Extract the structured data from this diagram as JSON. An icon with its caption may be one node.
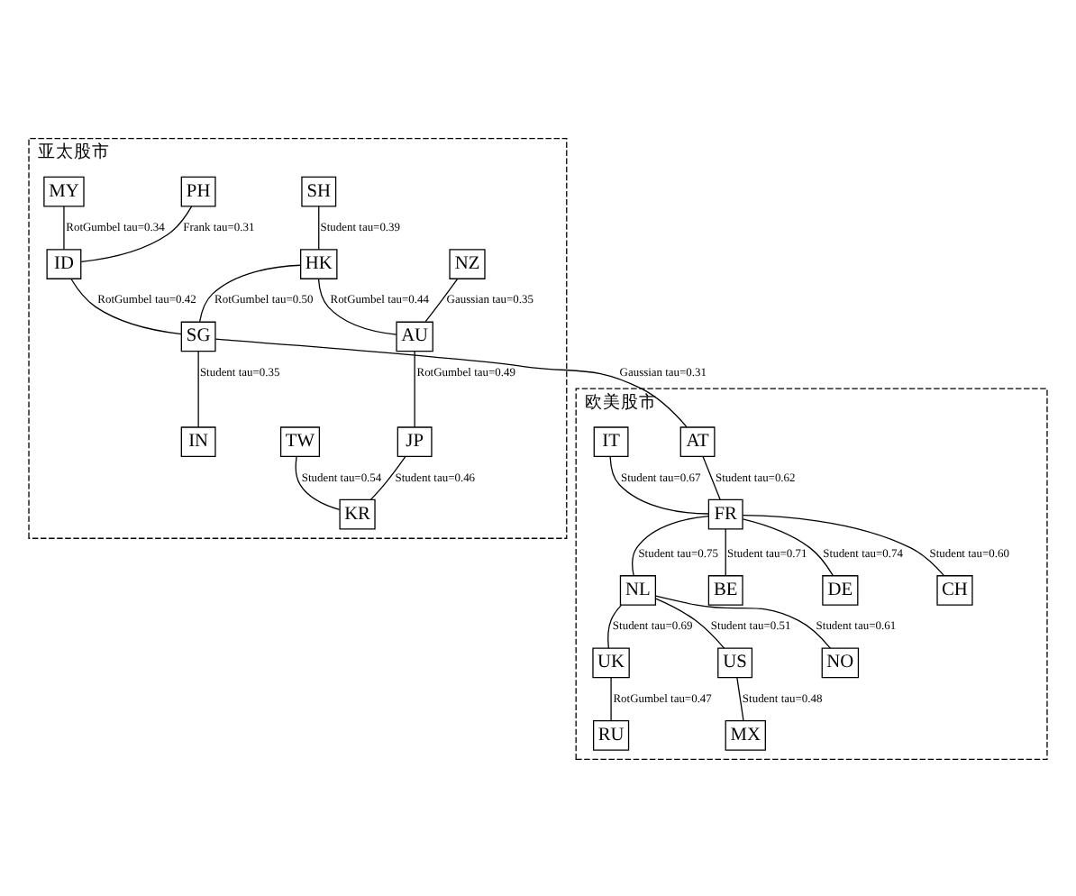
{
  "diagram": {
    "nodes": [
      {
        "text": [
          "亚太股市"
        ]
      },
      {
        "text": [
          "SH"
        ],
        "in": 0
      },
      {
        "text": [
          "NZ"
        ],
        "in": 0
      },
      {
        "text": [
          "TW"
        ],
        "in": 0
      },
      {
        "text": [
          "MY"
        ],
        "in": 0
      },
      {
        "text": [
          "HK"
        ],
        "in": 0
      },
      {
        "text": [
          "AU"
        ],
        "in": 0
      },
      {
        "text": [
          "JP"
        ],
        "in": 0
      },
      {
        "text": [
          "KR"
        ],
        "in": 0
      },
      {
        "text": [
          "PH"
        ],
        "in": 0
      },
      {
        "text": [
          "ID"
        ],
        "in": 0
      },
      {
        "text": [
          "SG"
        ],
        "in": 0
      },
      {
        "text": [
          "IN"
        ],
        "in": 0
      },
      {
        "text": [
          "欧美股市"
        ]
      },
      {
        "text": [
          "AT"
        ],
        "in": 13
      },
      {
        "text": [
          "UK"
        ],
        "in": 13
      },
      {
        "text": [
          "RU"
        ],
        "in": 13
      },
      {
        "text": [
          "IT"
        ],
        "in": 13
      },
      {
        "text": [
          "FR"
        ],
        "in": 13
      },
      {
        "text": [
          "NL"
        ],
        "in": 13
      },
      {
        "text": [
          "US"
        ],
        "in": 13
      },
      {
        "text": [
          "MX"
        ],
        "in": 13
      },
      {
        "text": [
          "BE"
        ],
        "in": 13
      },
      {
        "text": [
          "DE"
        ],
        "in": 13
      },
      {
        "text": [
          "CH"
        ],
        "in": 13
      },
      {
        "text": [
          "NO"
        ],
        "in": 13
      }
    ],
    "edges": [
      {
        "from": 1,
        "to": 5,
        "arrow": "none",
        "label": "Student tau=0.39"
      },
      {
        "from": 2,
        "to": 6,
        "arrow": "none",
        "label": "Gaussian tau=0.35"
      },
      {
        "from": 3,
        "to": 8,
        "arrow": "none",
        "label": "Student tau=0.54"
      },
      {
        "from": 5,
        "to": 6,
        "arrow": "none",
        "label": "RotGumbel tau=0.44"
      },
      {
        "from": 6,
        "to": 7,
        "arrow": "none",
        "label": "RotGumbel tau=0.49"
      },
      {
        "from": 7,
        "to": 8,
        "arrow": "none",
        "label": "Student tau=0.46"
      },
      {
        "from": 4,
        "to": 10,
        "arrow": "none",
        "label": "RotGumbel tau=0.34"
      },
      {
        "from": 5,
        "to": 11,
        "arrow": "none",
        "label": "RotGumbel tau=0.50"
      },
      {
        "from": 9,
        "to": 10,
        "arrow": "none",
        "label": "Frank tau=0.31"
      },
      {
        "from": 10,
        "to": 11,
        "arrow": "none",
        "label": "RotGumbel tau=0.42"
      },
      {
        "from": 11,
        "to": 12,
        "arrow": "none",
        "label": "Student tau=0.35"
      },
      {
        "from": 11,
        "to": 14,
        "arrow": "none",
        "label": "Gaussian tau=0.31"
      },
      {
        "from": 14,
        "to": 18,
        "arrow": "none",
        "label": "Student tau=0.62"
      },
      {
        "from": 15,
        "to": 16,
        "arrow": "none",
        "label": "RotGumbel tau=0.47"
      },
      {
        "from": 19,
        "to": 15,
        "arrow": "none",
        "label": "Student tau=0.69"
      },
      {
        "from": 17,
        "to": 18,
        "arrow": "none",
        "label": "Student tau=0.67"
      },
      {
        "from": 18,
        "to": 19,
        "arrow": "none",
        "label": "Student tau=0.75"
      },
      {
        "from": 19,
        "to": 20,
        "arrow": "none",
        "label": "Student tau=0.51"
      },
      {
        "from": 20,
        "to": 21,
        "arrow": "none",
        "label": "Student tau=0.48"
      },
      {
        "from": 18,
        "to": 22,
        "arrow": "none",
        "label": "Student tau=0.71"
      },
      {
        "from": 18,
        "to": 23,
        "arrow": "none",
        "label": "Student tau=0.74"
      },
      {
        "from": 18,
        "to": 24,
        "arrow": "none",
        "label": "Student tau=0.60"
      },
      {
        "from": 19,
        "to": 25,
        "arrow": "none",
        "label": "Student tau=0.61"
      }
    ]
  }
}
